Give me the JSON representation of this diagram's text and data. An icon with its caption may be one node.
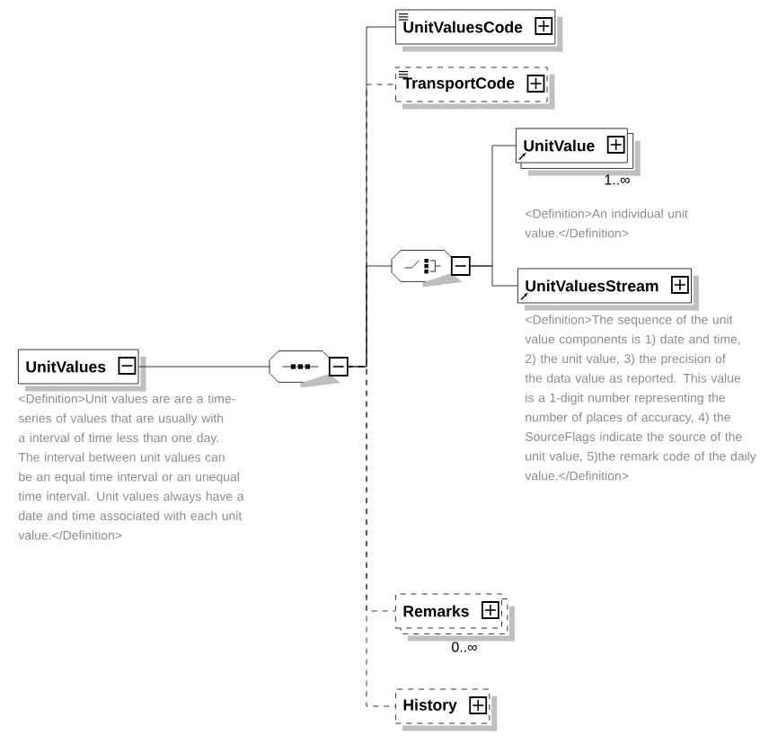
{
  "diagram": {
    "nodes": [
      {
        "text": [
          "UnitValues"
        ],
        "beside": [
          "<Definition>Unit values are are a time-series of values that are usually with a interval of time less than one day. The interval between unit values can be an equal time interval or an unequal time interval.  Unit values always have a date and time associated with each unit value.</Definition>"
        ]
      },
      {
        "text": [],
        "shape": "octagon"
      },
      {
        "text": [
          "UnitValuesCode"
        ]
      },
      {
        "text": [
          "TransportCode"
        ]
      },
      {
        "text": [],
        "shape": "octagon"
      },
      {
        "text": [
          "UnitValue"
        ],
        "beside": [
          "1..∞",
          "<Definition>An individual unit value.</Definition>"
        ]
      },
      {
        "text": [
          "UnitValuesStream"
        ],
        "beside": [
          "<Definition>The sequence of the unit value components is 1) date and time, 2) the unit value, 3) the precision of the data value as reported. This value is a 1-digit number representing the number of places of accuracy, 4) the SourceFlags indicate the source of the unit value, 5)the remark code of the daily value.</Definition>"
        ]
      },
      {
        "text": [
          "Remarks"
        ],
        "beside": [
          "0..∞"
        ]
      },
      {
        "text": [
          "History"
        ]
      }
    ],
    "edges": [
      {
        "from": 0,
        "to": 1,
        "arrow": "none"
      },
      {
        "from": 1,
        "to": 2,
        "arrow": "none"
      },
      {
        "from": 1,
        "to": 3,
        "arrow": "none",
        "style": "dashed"
      },
      {
        "from": 1,
        "to": 4,
        "arrow": "none"
      },
      {
        "from": 4,
        "to": 5,
        "arrow": "none"
      },
      {
        "from": 4,
        "to": 6,
        "arrow": "none"
      },
      {
        "from": 1,
        "to": 7,
        "arrow": "none",
        "style": "dashed"
      },
      {
        "from": 1,
        "to": 8,
        "arrow": "none",
        "style": "dashed"
      }
    ]
  }
}
